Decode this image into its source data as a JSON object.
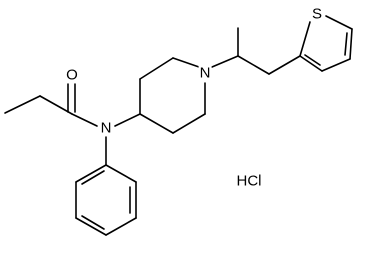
{
  "molecule": {
    "atoms": {
      "oxygen": "O",
      "amide_nitrogen": "N",
      "piperidine_nitrogen": "N",
      "sulfur": "S"
    },
    "salt": "HCl"
  },
  "colors": {
    "bond": "#000000",
    "text": "#000000",
    "background": "#ffffff"
  }
}
